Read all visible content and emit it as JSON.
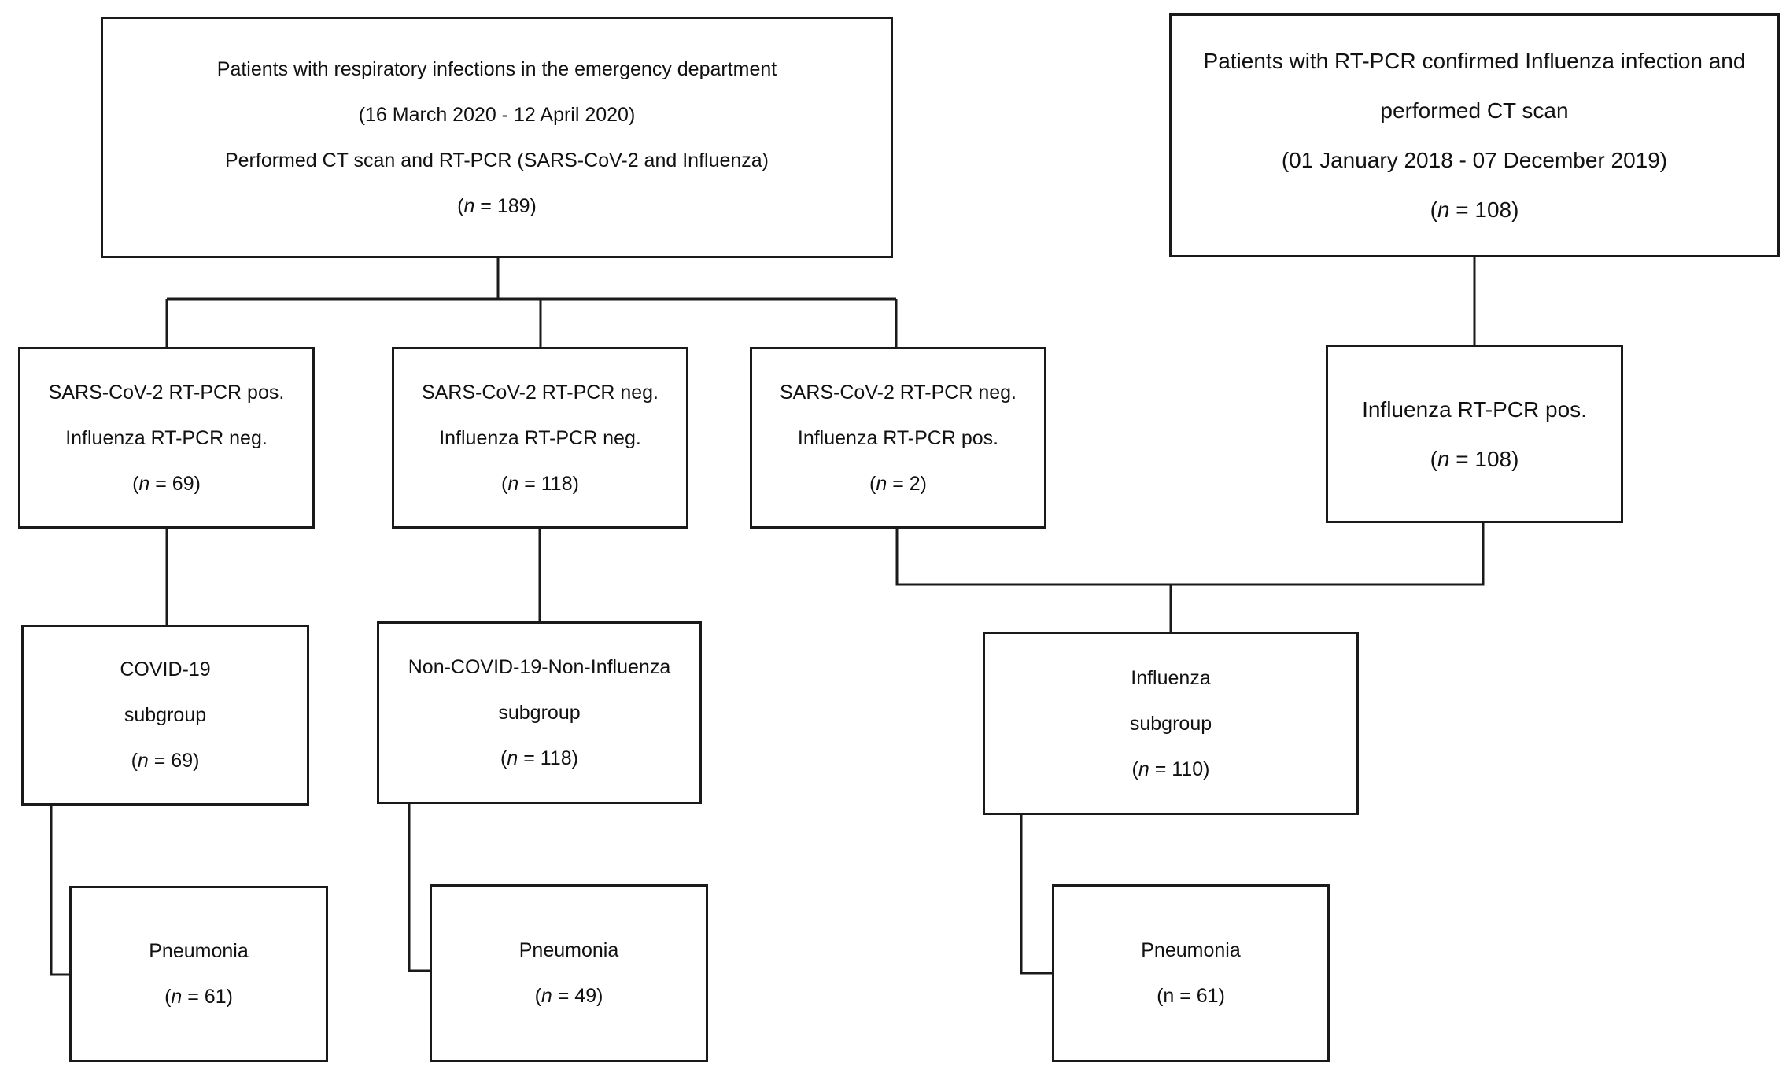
{
  "boxes": {
    "main_cohort": {
      "line1": "Patients with respiratory infections in the emergency department",
      "line2": "(16 March 2020 - 12 April 2020)",
      "line3": "Performed CT scan and RT-PCR (SARS-CoV-2 and Influenza)",
      "n_label": "n",
      "n_value": " = 189)"
    },
    "influenza_cohort": {
      "line1": "Patients with RT-PCR confirmed Influenza infection and",
      "line2": "performed CT scan",
      "line3": "(01 January 2018 - 07 December 2019)",
      "n_label": "n",
      "n_value": " = 108)"
    },
    "sars_pos_flu_neg": {
      "line1": "SARS-CoV-2 RT-PCR pos.",
      "line2": "Influenza RT-PCR neg.",
      "n_label": "n",
      "n_value": " = 69)"
    },
    "sars_neg_flu_neg": {
      "line1": "SARS-CoV-2 RT-PCR neg.",
      "line2": "Influenza RT-PCR neg.",
      "n_label": "n",
      "n_value": " = 118)"
    },
    "sars_neg_flu_pos": {
      "line1": "SARS-CoV-2 RT-PCR neg.",
      "line2": "Influenza RT-PCR pos.",
      "n_label": "n",
      "n_value": " = 2)"
    },
    "influenza_pcr_pos": {
      "line1": "Influenza RT-PCR pos.",
      "n_label": "n",
      "n_value": " = 108)"
    },
    "covid_subgroup": {
      "line1": "COVID-19",
      "line2": "subgroup",
      "n_label": "n",
      "n_value": " = 69)"
    },
    "noncovid_subgroup": {
      "line1": "Non-COVID-19-Non-Influenza",
      "line2": "subgroup",
      "n_label": "n",
      "n_value": " = 118)"
    },
    "influenza_subgroup": {
      "line1": "Influenza",
      "line2": "subgroup",
      "n_label": "n",
      "n_value": " = 110)"
    },
    "covid_pneumonia": {
      "line1": "Pneumonia",
      "n_label": "n",
      "n_value": " = 61)"
    },
    "noncovid_pneumonia": {
      "line1": "Pneumonia",
      "n_label": "n",
      "n_value": " = 49)"
    },
    "influenza_pneumonia": {
      "line1": "Pneumonia",
      "n_text": "(n = 61)"
    }
  },
  "colors": {
    "stroke": "#1a1a1a",
    "background": "#ffffff"
  }
}
